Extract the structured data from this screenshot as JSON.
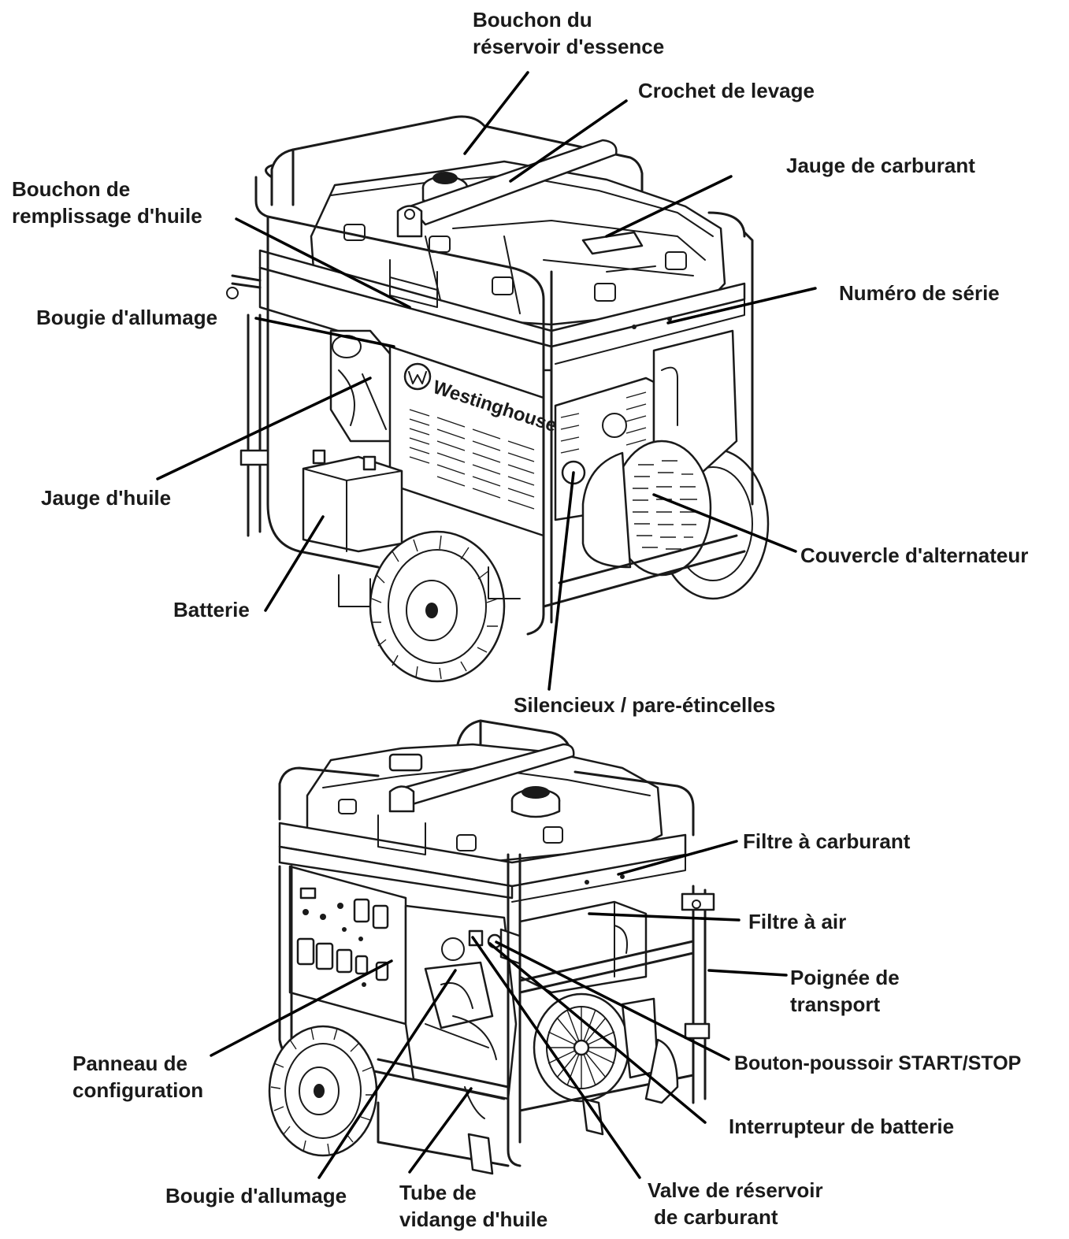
{
  "brand": {
    "logo_text": "Westinghouse"
  },
  "top_view": {
    "labels": {
      "fuel_cap": [
        "Bouchon du",
        "réservoir d'essence"
      ],
      "lifting_hook": [
        "Crochet de levage"
      ],
      "fuel_gauge": [
        "Jauge de carburant"
      ],
      "oil_fill_cap": [
        "Bouchon de",
        "remplissage d'huile"
      ],
      "serial_number": [
        "Numéro de série"
      ],
      "spark_plug": [
        "Bougie d'allumage"
      ],
      "oil_dipstick": [
        "Jauge d'huile"
      ],
      "alternator_cover": [
        "Couvercle d'alternateur"
      ],
      "battery": [
        "Batterie"
      ],
      "muffler": [
        "Silencieux / pare-étincelles"
      ]
    }
  },
  "bottom_view": {
    "labels": {
      "fuel_filter": [
        "Filtre à carburant"
      ],
      "air_filter": [
        "Filtre à air"
      ],
      "carry_handle": [
        "Poignée de",
        "transport"
      ],
      "config_panel": [
        "Panneau de",
        "configuration"
      ],
      "start_stop": [
        "Bouton-poussoir START/STOP"
      ],
      "battery_switch": [
        "Interrupteur de batterie"
      ],
      "spark_plug": [
        "Bougie d'allumage"
      ],
      "oil_drain": [
        "Tube de",
        "vidange d'huile"
      ],
      "fuel_valve": [
        "Valve de réservoir",
        "de carburant"
      ]
    }
  }
}
